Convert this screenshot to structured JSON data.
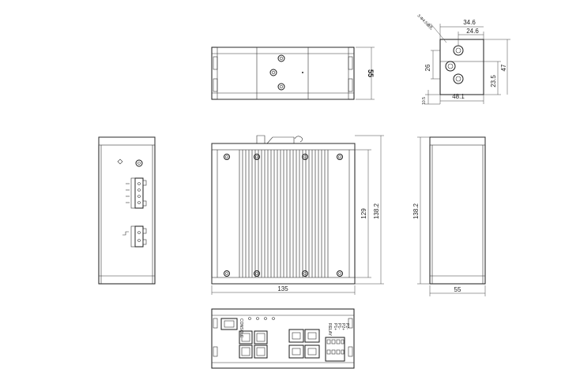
{
  "dimensions": {
    "top_height": "55",
    "front_width": "135",
    "front_inner_height": "129",
    "front_outer_height": "138.2",
    "side_height": "138.2",
    "side_width": "55",
    "mount_width_outer": "34.6",
    "mount_width_inner": "24.6",
    "mount_height_upper": "26",
    "mount_height_inner": "23.5",
    "mount_height_right": "47",
    "mount_width_bottom": "48.1",
    "mount_offset_bottom": "10.5",
    "mount_hole_note": "3-Φ4.5通孔"
  },
  "labels": {
    "console": "CONSOLE",
    "relay_label": "RELAY",
    "power_labels": [
      "P1+",
      "P1-",
      "P2+",
      "P2-"
    ]
  }
}
